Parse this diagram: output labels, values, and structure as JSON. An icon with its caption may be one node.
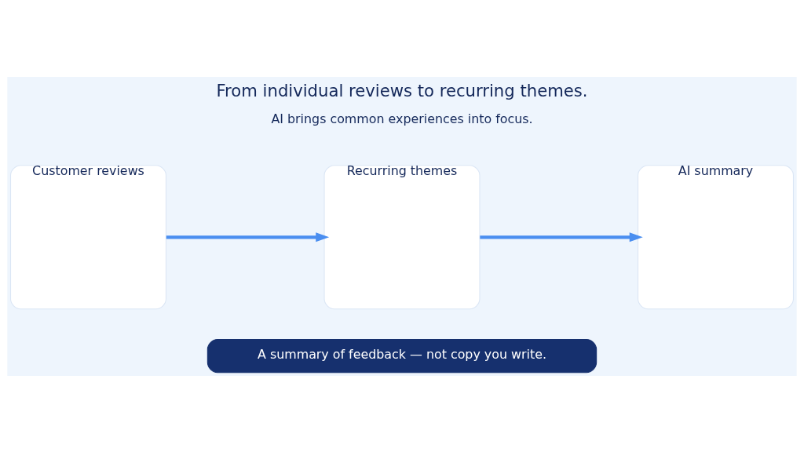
{
  "diagram": {
    "title": "From individual reviews to recurring themes.",
    "nodes": [
      {
        "text": [
          "Customer reviews"
        ]
      },
      {
        "text": [
          "Recurring themes"
        ]
      },
      {
        "text": [
          "AI summary"
        ]
      },
      {
        "text": [
          "A summary of feedback — not copy you write."
        ]
      }
    ],
    "edges": [
      {
        "from": 0,
        "to": 1,
        "arrow": "to"
      },
      {
        "from": 1,
        "to": 2,
        "arrow": "to"
      }
    ],
    "labels": [
      "AI brings common experiences into focus."
    ]
  }
}
